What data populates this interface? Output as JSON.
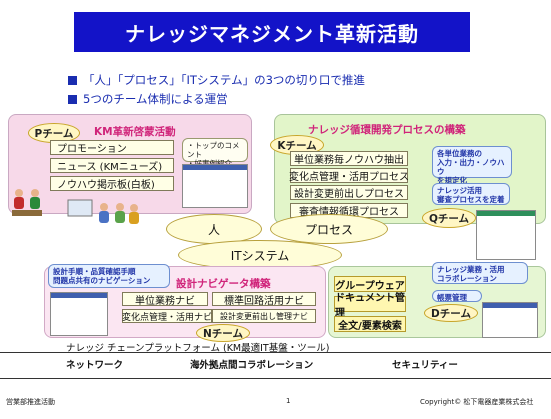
{
  "title": "ナレッジマネジメント革新活動",
  "bullets": [
    "「人」「プロセス」「ITシステム」の3つの切り口で推進",
    "5つのチーム体制による運営"
  ],
  "p_team": {
    "oval": "Pチーム",
    "group_title": "KM革新啓蒙活動",
    "items": [
      "プロモーション",
      "ニュース (KMニューズ)",
      "ノウハウ掲示板(白板)"
    ],
    "callout": "・トップのコメント\n・好事例紹介"
  },
  "k_team": {
    "oval": "Kチーム",
    "group_title": "ナレッジ循環開発プロセスの構築",
    "items": [
      "単位業務毎ノウハウ抽出",
      "変化点管理・活用プロセス",
      "設計変更前出しプロセス",
      "審査情報循環プロセス"
    ],
    "callout1": "各単位業務の\n入力・出力・ノウハウ\nを規定化",
    "callout2": "ナレッジ活用\n審査プロセスを定着"
  },
  "q_team": {
    "oval": "Qチーム"
  },
  "center": {
    "person": "人",
    "process": "プロセス",
    "it": "ITシステム"
  },
  "s_team": {
    "callout": "設計手順・品質確認手順\n問題点共有のナビゲーション",
    "group_title": "設計ナビゲータ構築",
    "items": [
      "単位業務ナビ",
      "標準回路活用ナビ",
      "変化点管理・活用ナビ",
      "設計変更前出し管理ナビ"
    ],
    "n_oval": "Nチーム"
  },
  "d_team": {
    "items": [
      "グループウェア",
      "ドキュメント管理",
      "全文/要素検索"
    ],
    "callout1": "ナレッジ業務・活用\nコラボレーション",
    "callout2": "帳票管理",
    "oval": "Dチーム"
  },
  "platform": "ナレッジ チェーンプラットフォーム (KM最適IT基盤・ツール)",
  "bottom_bar": [
    "ネットワーク",
    "海外拠点間コラボレーション",
    "セキュリティー"
  ],
  "footer": {
    "left": "営業部推進活動",
    "page": "1",
    "copyright": "Copyright© 松下電器産業株式会社"
  },
  "colors": {
    "title_bg": "#1313c8",
    "bullet": "#1a2db0",
    "group_title": "#d0247a"
  }
}
